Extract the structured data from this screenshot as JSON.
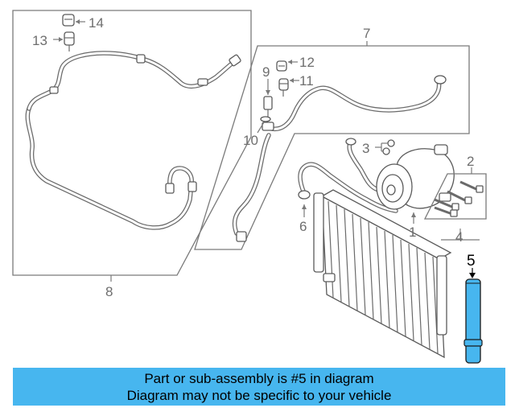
{
  "callouts": {
    "c1": "1",
    "c2": "2",
    "c3": "3",
    "c4": "4",
    "c5": "5",
    "c6": "6",
    "c7": "7",
    "c8": "8",
    "c9": "9",
    "c10": "10",
    "c11": "11",
    "c12": "12",
    "c13": "13",
    "c14": "14"
  },
  "banner": {
    "line1": "Part or sub-assembly is #5 in diagram",
    "line2": "Diagram may not be specific to your vehicle",
    "background": "#47b6ef"
  },
  "highlight_color": "#47b6ef"
}
